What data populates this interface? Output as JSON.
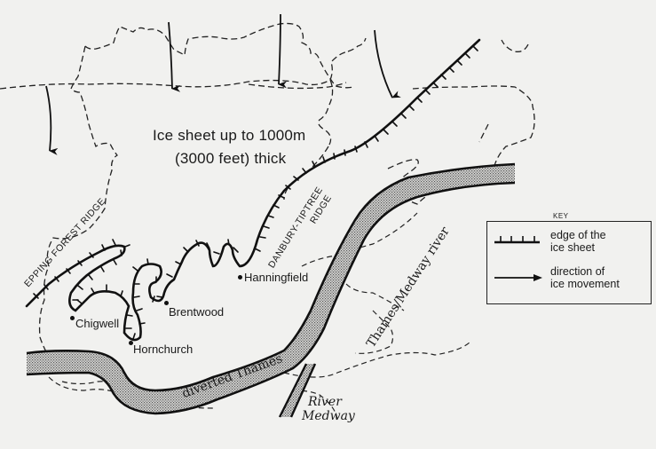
{
  "map": {
    "title_line1": "Ice sheet up to 1000m",
    "title_line2": "(3000 feet) thick",
    "ridges": [
      {
        "name": "EPPING FOREST RIDGE"
      },
      {
        "name_line1": "DANBURY-TIPTREE",
        "name_line2": "RIDGE"
      }
    ],
    "towns": [
      {
        "name": "Chigwell"
      },
      {
        "name": "Brentwood"
      },
      {
        "name": "Hornchurch"
      },
      {
        "name": "Hanningfield"
      }
    ],
    "rivers": {
      "thames_medway": "Thames/Medway river",
      "diverted": "diverted Thames",
      "medway_line1": "River",
      "medway_line2": "Medway"
    },
    "colors": {
      "background": "#f1f1ef",
      "ink": "#1a1a1a",
      "river_fill": "#b8b8b8"
    }
  },
  "key": {
    "title": "KEY",
    "items": [
      {
        "symbol": "ice-edge-line-icon",
        "label_line1": "edge of the",
        "label_line2": "ice sheet"
      },
      {
        "symbol": "arrow-icon",
        "label_line1": "direction of",
        "label_line2": "ice movement"
      }
    ]
  }
}
